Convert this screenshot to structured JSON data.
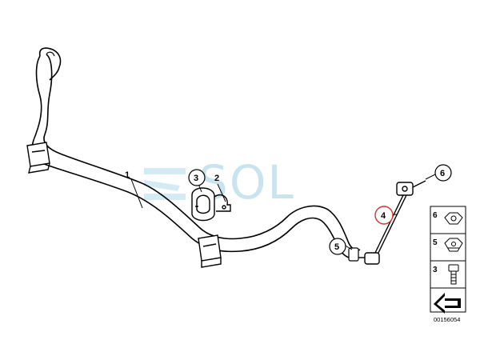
{
  "callouts": {
    "c1": "1",
    "c2": "2",
    "c3": "3",
    "c4": "4",
    "c5": "5",
    "c6": "6"
  },
  "legend": {
    "items": [
      "6",
      "5",
      "3"
    ]
  },
  "catalog_number": "00156054",
  "watermark": {
    "text": "SOL",
    "color": "#b7dcea"
  },
  "highlight_color": "#d0342c"
}
